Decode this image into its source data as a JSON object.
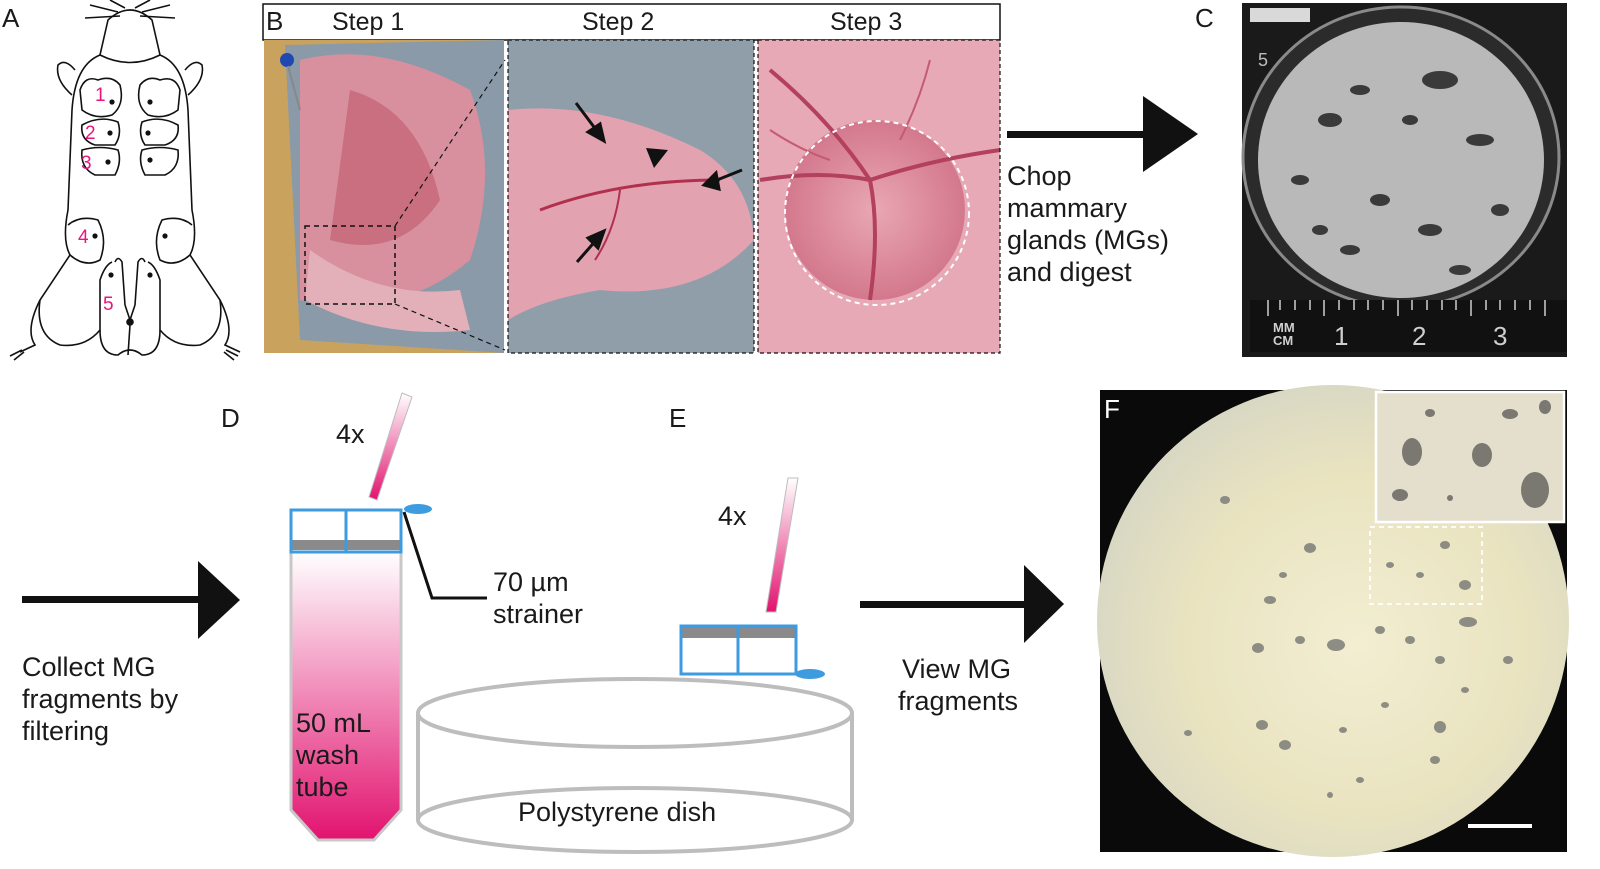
{
  "panels": {
    "a": {
      "letter": "A",
      "numbers": [
        "1",
        "2",
        "3",
        "4",
        "5"
      ]
    },
    "b": {
      "letter": "B",
      "steps": [
        "Step 1",
        "Step 2",
        "Step 3"
      ]
    },
    "c": {
      "letter": "C",
      "ruler": {
        "unit_top": "MM",
        "unit_bottom": "CM",
        "ticks": [
          "1",
          "2",
          "3"
        ]
      },
      "dish_mark": "5"
    },
    "d": {
      "letter": "D",
      "times": "4x",
      "strainer": [
        "70 µm",
        "strainer"
      ],
      "tube": [
        "50 mL",
        "wash",
        "tube"
      ]
    },
    "e": {
      "letter": "E",
      "times": "4x",
      "dish": "Polystyrene dish"
    },
    "f": {
      "letter": "F"
    }
  },
  "annotations": {
    "chop": [
      "Chop",
      "mammary",
      "glands (MGs)",
      "and digest"
    ],
    "collect": [
      "Collect MG",
      "fragments by",
      "filtering"
    ],
    "view": [
      "View MG",
      "fragments"
    ]
  },
  "colors": {
    "magenta": "#e8157d",
    "strainer_blue": "#3d9be0",
    "arrow": "#111111"
  }
}
